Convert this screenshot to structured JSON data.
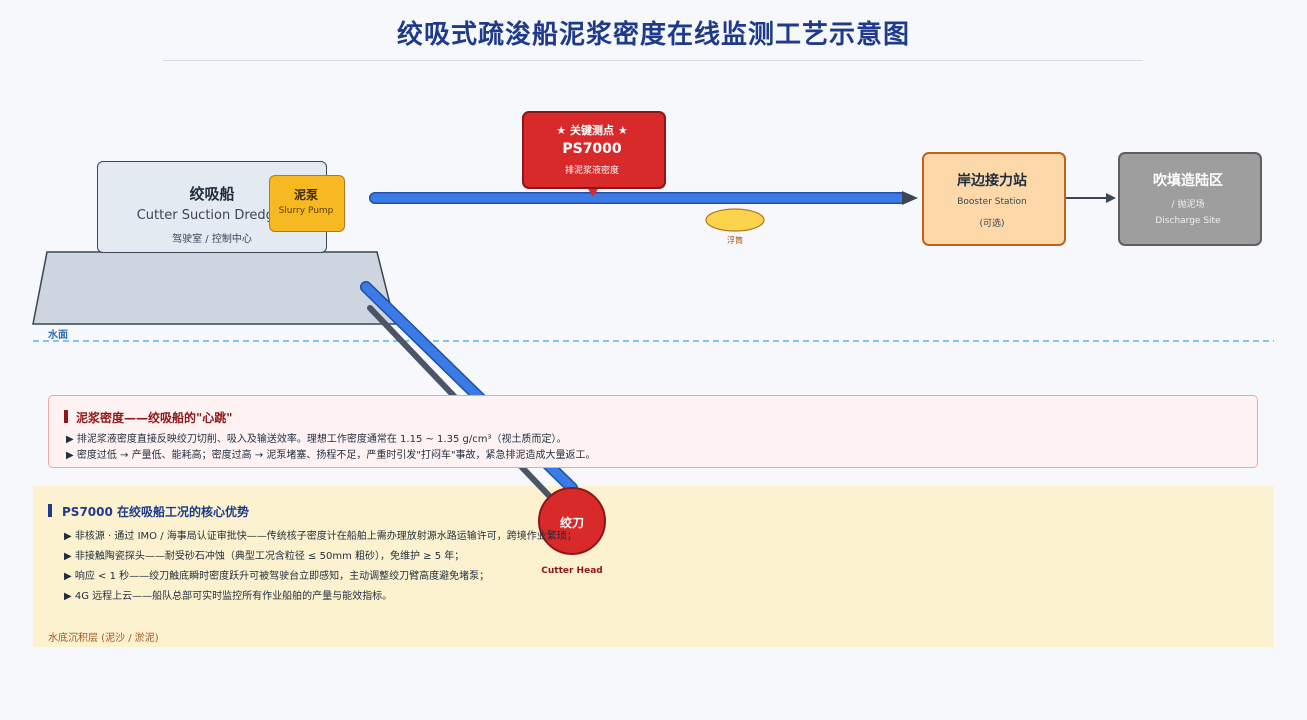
{
  "title": "绞吸式疏浚船泥浆密度在线监测工艺示意图",
  "dredger": {
    "title": "绞吸船",
    "subtitle": "Cutter Suction Dredger",
    "note": "驾驶室 / 控制中心"
  },
  "pump": {
    "label_cn": "泥泵",
    "label_en": "Slurry Pump"
  },
  "water_label": "水面",
  "callout": {
    "star": "★ 关键测点 ★",
    "model": "PS7000",
    "desc": "排泥浆液密度"
  },
  "float_label": "浮筒",
  "booster": {
    "label_cn": "岸边接力站",
    "label_en": "Booster Station",
    "optional": "(可选)"
  },
  "discharge": {
    "label_cn": "吹填造陆区",
    "sub": "/ 抛泥场",
    "label_en": "Discharge Site"
  },
  "heartbeat": {
    "title": "泥浆密度——绞吸船的\"心跳\"",
    "line1": "▶ 排泥浆液密度直接反映绞刀切削、吸入及输送效率。理想工作密度通常在 1.15 ~ 1.35 g/cm³（视土质而定）。",
    "line2": "▶ 密度过低 → 产量低、能耗高；密度过高 → 泥泵堵塞、扬程不足，严重时引发\"打闷车\"事故，紧急排泥造成大量返工。"
  },
  "advantages": {
    "title": "PS7000 在绞吸船工况的核心优势",
    "items": [
      "▶ 非核源 · 通过 IMO / 海事局认证审批快——传统核子密度计在船舶上需办理放射源水路运输许可，跨境作业繁琐；",
      "▶ 非接触陶瓷探头——耐受砂石冲蚀（典型工况含粒径 ≤ 50mm 粗砂），免维护 ≥ 5 年；",
      "▶ 响应 < 1 秒——绞刀触底瞬时密度跃升可被驾驶台立即感知，主动调整绞刀臂高度避免堵泵；",
      "▶ 4G 远程上云——船队总部可实时监控所有作业船舶的产量与能效指标。"
    ]
  },
  "sediment_label": "水底沉积层 (泥沙 / 淤泥)",
  "cutter": {
    "label_cn": "绞刀",
    "label_en": "Cutter Head"
  },
  "colors": {
    "title": "#1f3a8a",
    "pipe": "#3b7be6",
    "callout": "#d8292b",
    "pump": "#f7b921",
    "booster": "#fdd8a8",
    "discharge": "#9e9e9e",
    "water": "#58b4e6",
    "sediment": "#fcf2cf"
  }
}
